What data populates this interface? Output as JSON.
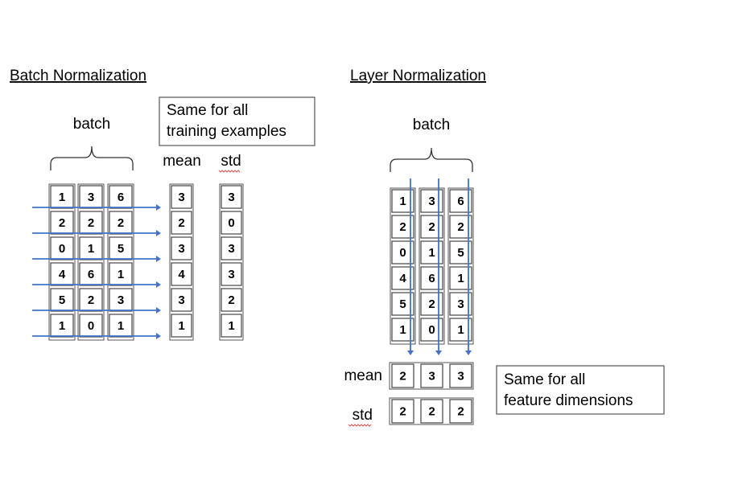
{
  "batch_norm": {
    "title": "Batch Normalization",
    "batch_label": "batch",
    "note_lines": [
      "Same for all",
      "training examples"
    ],
    "mean_label": "mean",
    "std_label": "std",
    "matrix": [
      [
        1,
        3,
        6
      ],
      [
        2,
        2,
        2
      ],
      [
        0,
        1,
        5
      ],
      [
        4,
        6,
        1
      ],
      [
        5,
        2,
        3
      ],
      [
        1,
        0,
        1
      ]
    ],
    "mean": [
      3,
      2,
      3,
      4,
      3,
      1
    ],
    "std": [
      3,
      0,
      3,
      3,
      2,
      1
    ]
  },
  "layer_norm": {
    "title": "Layer Normalization",
    "batch_label": "batch",
    "note_lines": [
      "Same for all",
      "feature dimensions"
    ],
    "mean_label": "mean",
    "std_label": "std",
    "matrix": [
      [
        1,
        3,
        6
      ],
      [
        2,
        2,
        2
      ],
      [
        0,
        1,
        5
      ],
      [
        4,
        6,
        1
      ],
      [
        5,
        2,
        3
      ],
      [
        1,
        0,
        1
      ]
    ],
    "mean": [
      2,
      3,
      3
    ],
    "std": [
      2,
      2,
      2
    ]
  },
  "colors": {
    "arrow": "#4472c4",
    "line": "#333333",
    "squiggle": "#d9534f"
  }
}
